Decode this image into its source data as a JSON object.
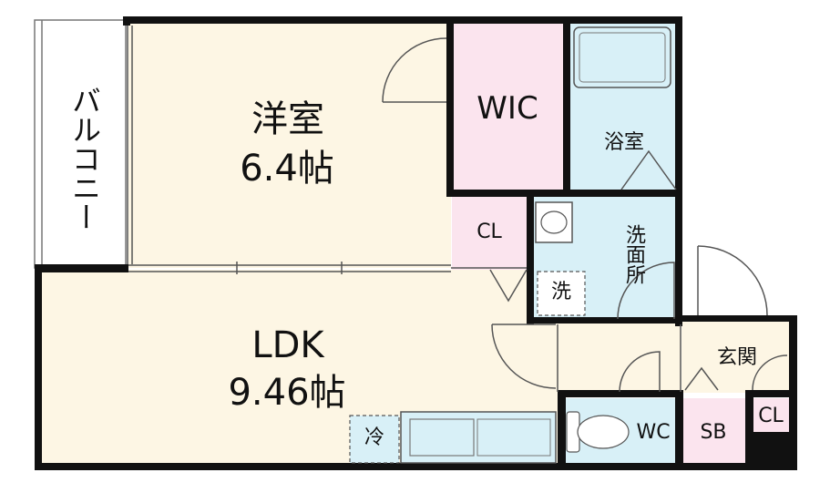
{
  "rooms": {
    "western_room": {
      "name": "洋室",
      "size": "6.4帖"
    },
    "ldk": {
      "name": "LDK",
      "size": "9.46帖"
    },
    "wic": "WIC",
    "bath": "浴室",
    "closet_main": "CL",
    "washroom": "洗面所",
    "washer": "洗",
    "entrance": "玄関",
    "toilet": "WC",
    "shoe_box": "SB",
    "closet_entrance": "CL",
    "fridge": "冷",
    "balcony": "バルコニー"
  },
  "colors": {
    "wall": "#111111",
    "floor_living": "#fdf6e4",
    "wic": "#fbe4ee",
    "wet_area": "#d8f0f7",
    "fixture": "#ffffff",
    "line": "#555555"
  }
}
